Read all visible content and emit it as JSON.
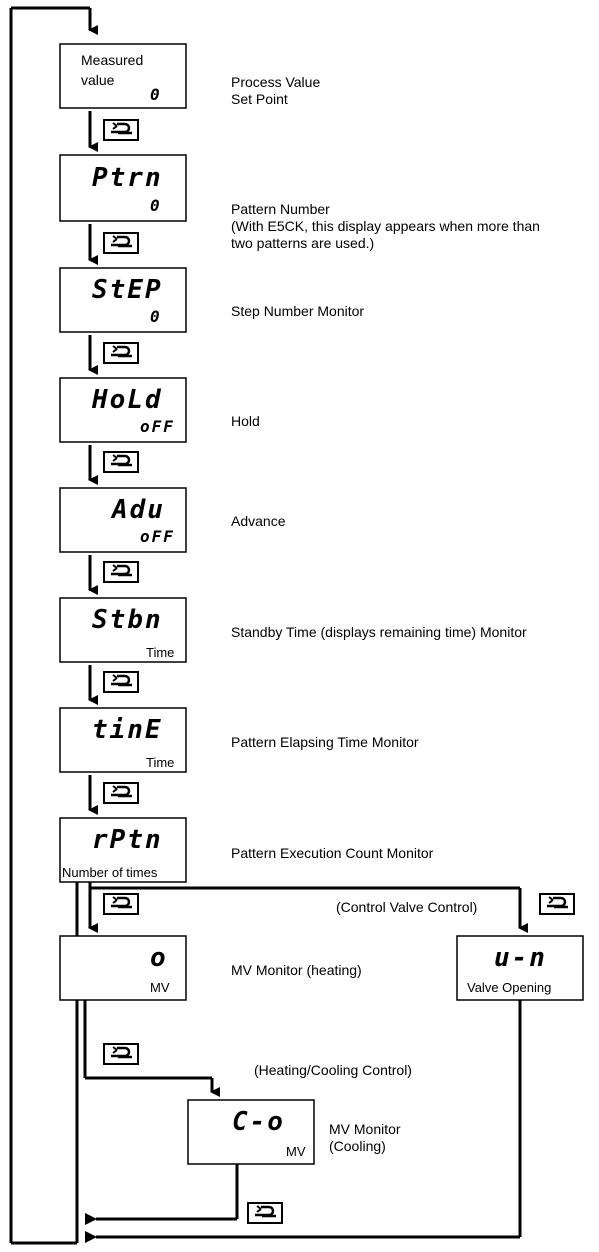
{
  "steps": [
    {
      "display_top": "Measured",
      "display_top2": "value",
      "display_bottom": "0",
      "description_1": "Process Value",
      "description_2": "Set Point"
    },
    {
      "display_top": "Ptrn",
      "display_bottom": "0",
      "description_1": "Pattern Number",
      "description_2": "(With E5CK, this display appears when more than",
      "description_3": "two patterns are used.)"
    },
    {
      "display_top": "StEP",
      "display_bottom": "0",
      "description_1": "Step Number Monitor"
    },
    {
      "display_top": "HoLd",
      "display_bottom": "oFF",
      "description_1": "Hold"
    },
    {
      "display_top": "Adu",
      "display_bottom": "oFF",
      "description_1": "Advance"
    },
    {
      "display_top": "Stbn",
      "display_bottom": "Time",
      "description_1": "Standby Time (displays remaining time) Monitor"
    },
    {
      "display_top": "tinE",
      "display_bottom": "Time",
      "description_1": "Pattern Elapsing Time Monitor"
    },
    {
      "display_top": "rPtn",
      "display_bottom": "Number of times",
      "description_1": "Pattern Execution Count Monitor"
    }
  ],
  "mv_heating": {
    "display_top": "o",
    "display_bottom": "MV",
    "description": "MV Monitor (heating)"
  },
  "valve": {
    "branch_label": "(Control Valve Control)",
    "display_top": "u-n",
    "display_bottom": "Valve Opening"
  },
  "mv_cooling": {
    "branch_label": "(Heating/Cooling Control)",
    "display_top": "C-o",
    "display_bottom": "MV",
    "description_1": "MV Monitor",
    "description_2": "(Cooling)"
  }
}
